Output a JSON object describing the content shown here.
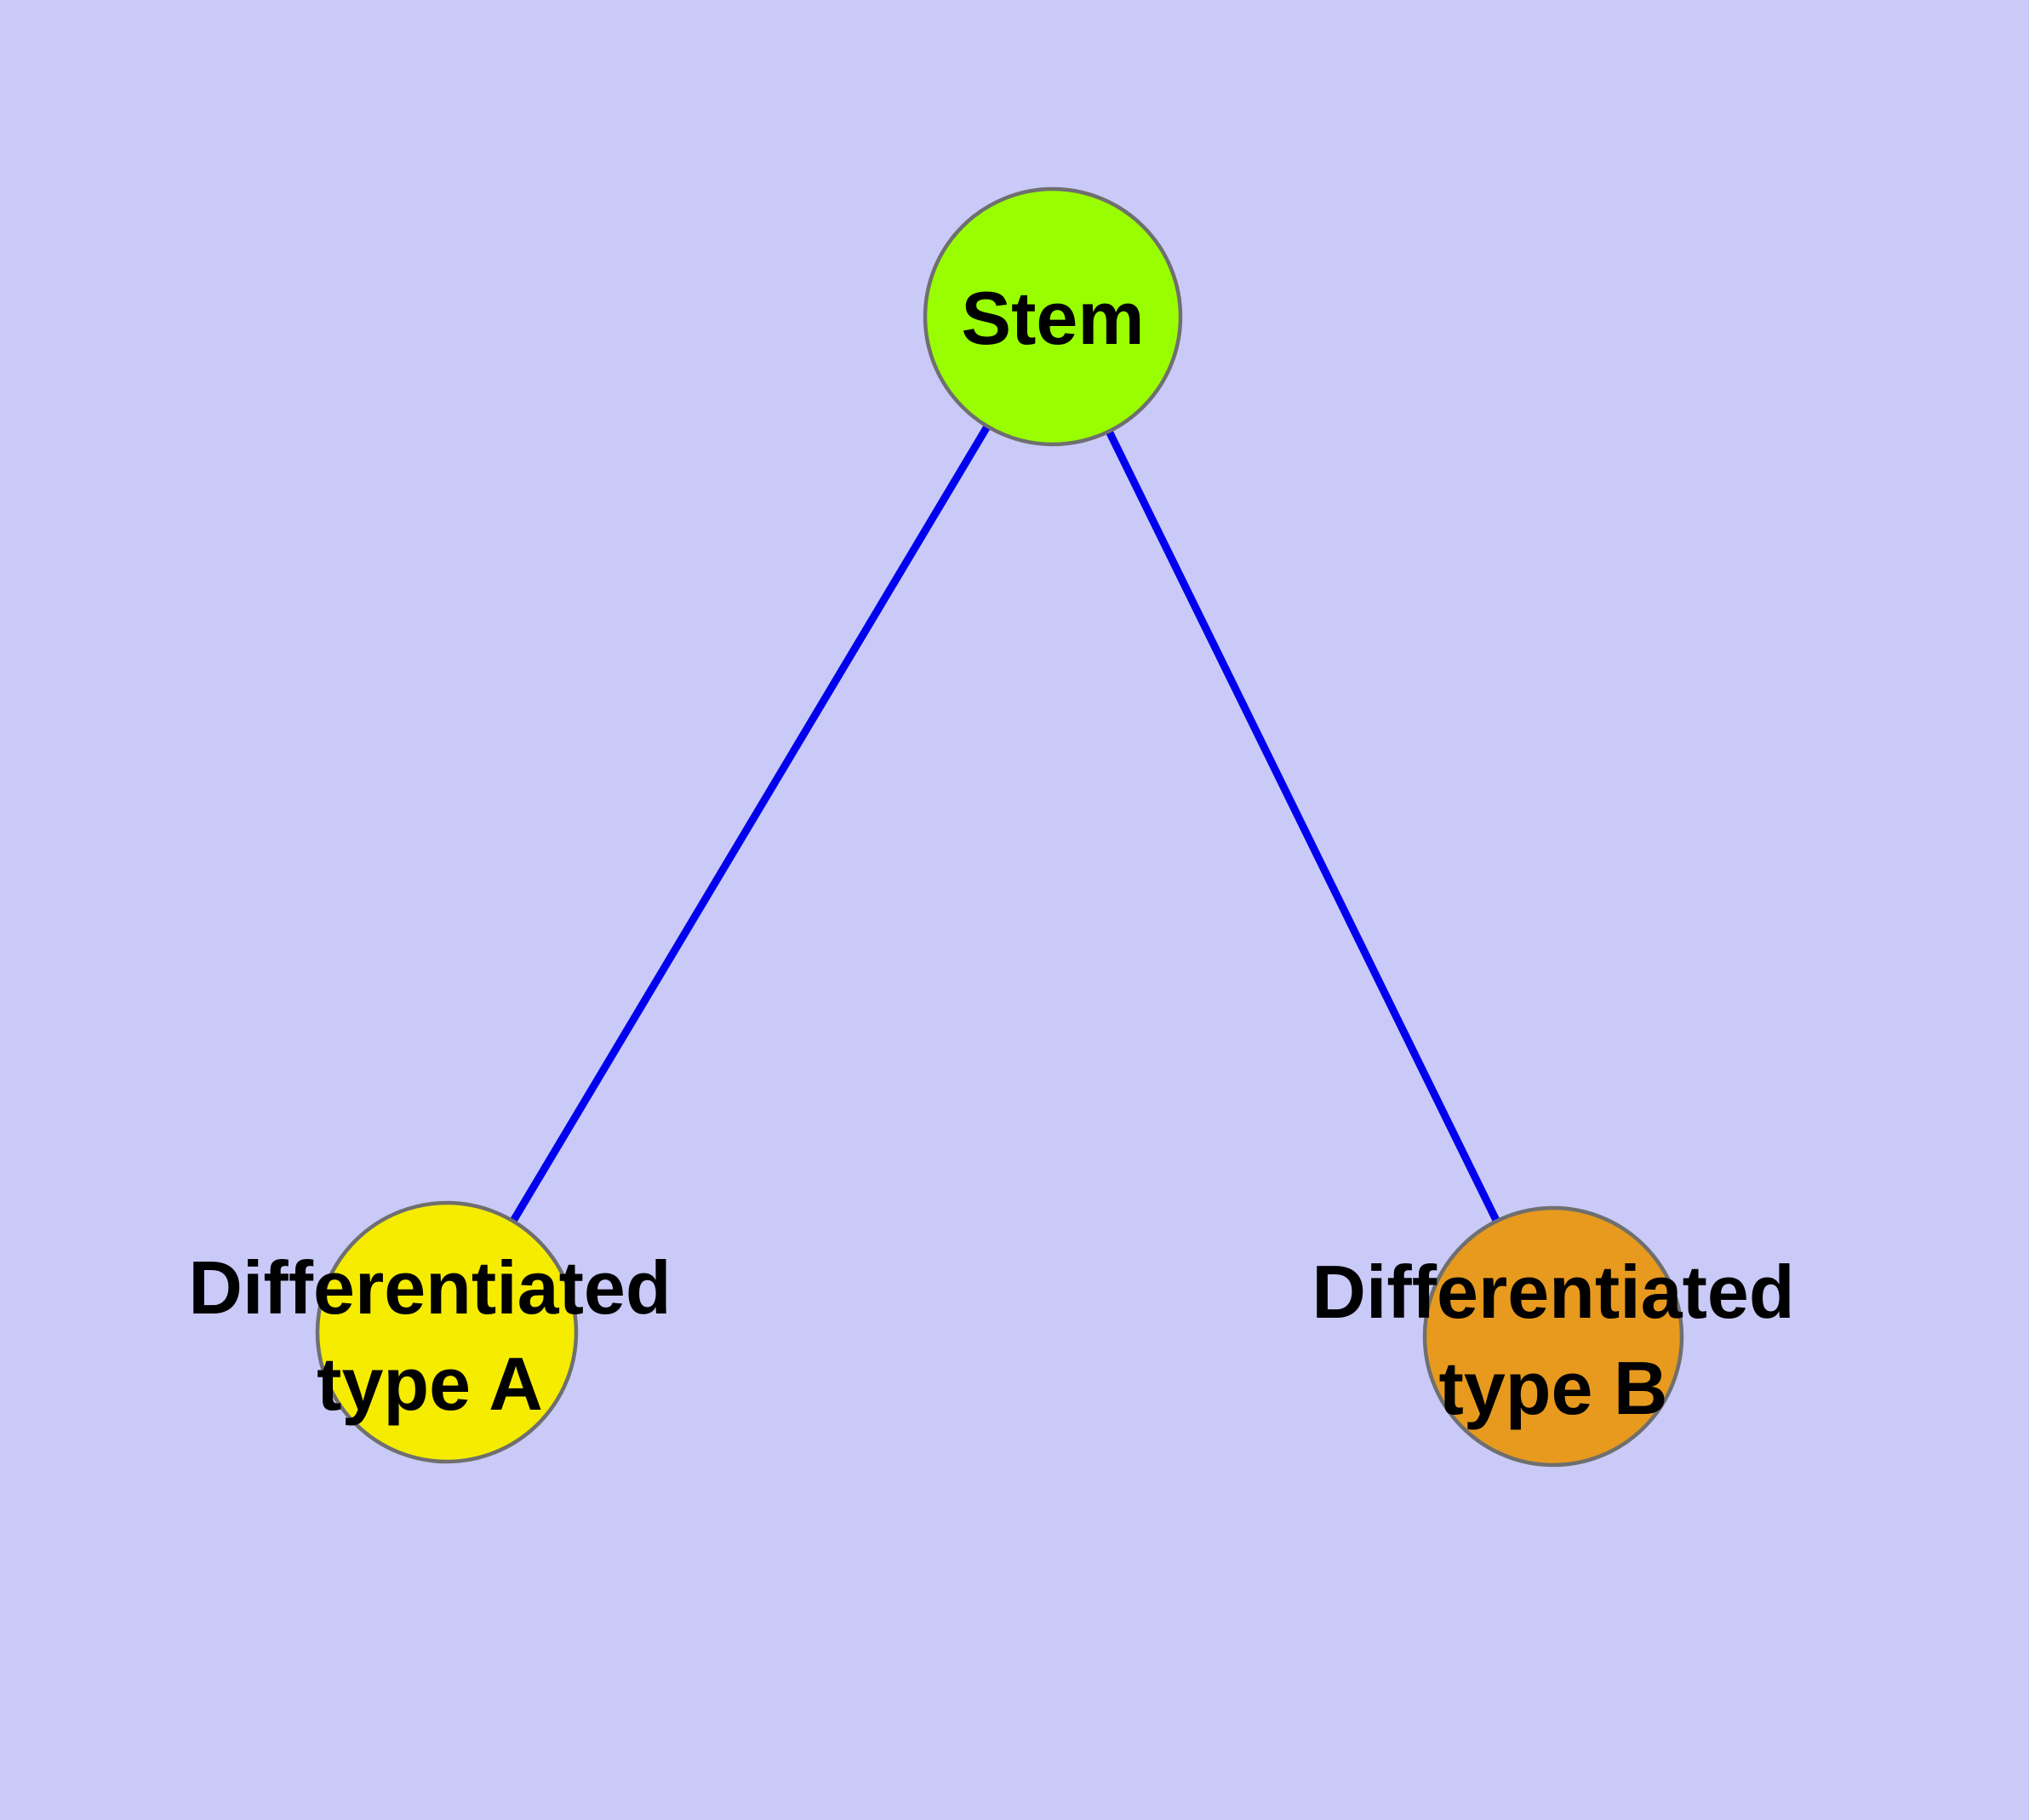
{
  "diagram": {
    "type": "graph",
    "description": "Cell differentiation tree: stem node with two differentiated child nodes",
    "colors": {
      "background": "#CACAF8",
      "edge": "#0000EE",
      "node_border": "#6F6F6F",
      "label_text": "#000000",
      "stem_fill": "#99FF00",
      "type_a_fill": "#F5EC00",
      "type_b_fill": "#E79A1E"
    },
    "nodes": {
      "stem": {
        "label": "Stem",
        "color": "#99FF00"
      },
      "type_a": {
        "label_line1": "Differentiated",
        "label_line2": "type A",
        "color": "#F5EC00"
      },
      "type_b": {
        "label_line1": "Differentiated",
        "label_line2": "type B",
        "color": "#E79A1E"
      }
    },
    "edges": [
      {
        "from": "Stem",
        "to": "Differentiated type A",
        "color": "#0000EE"
      },
      {
        "from": "Stem",
        "to": "Differentiated type B",
        "color": "#0000EE"
      }
    ]
  }
}
